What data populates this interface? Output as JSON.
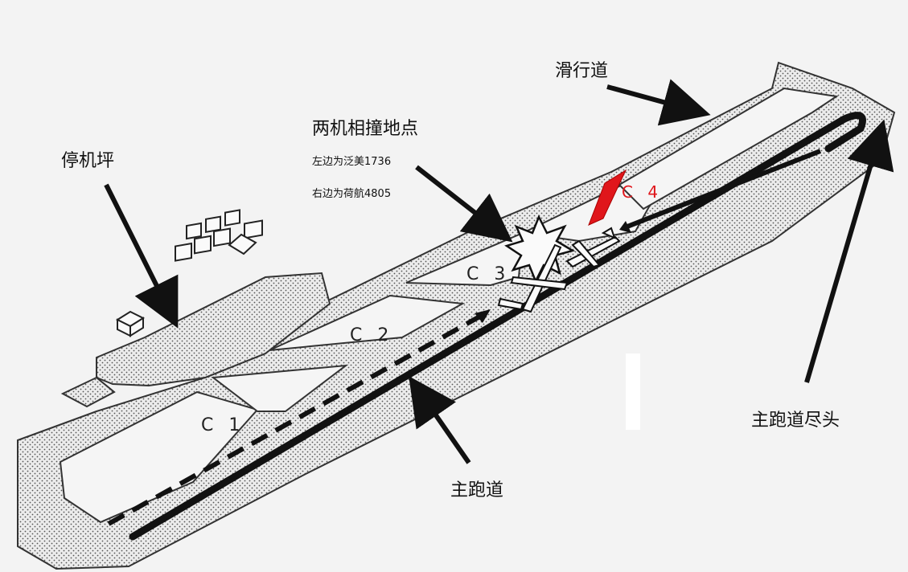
{
  "labels": {
    "apron": "停机坪",
    "collision_title": "两机相撞地点",
    "collision_left": "左边为泛美1736",
    "collision_right": "右边为荷航4805",
    "taxiway": "滑行道",
    "main_runway": "主跑道",
    "runway_end": "主跑道尽头"
  },
  "taxiway_exits": [
    "C 1",
    "C 2",
    "C 3",
    "C 4"
  ],
  "colors": {
    "background": "#f3f3f3",
    "stipple_fill": "#cfcfcf",
    "runway_line": "#111111",
    "highlight": "#e0161b"
  }
}
